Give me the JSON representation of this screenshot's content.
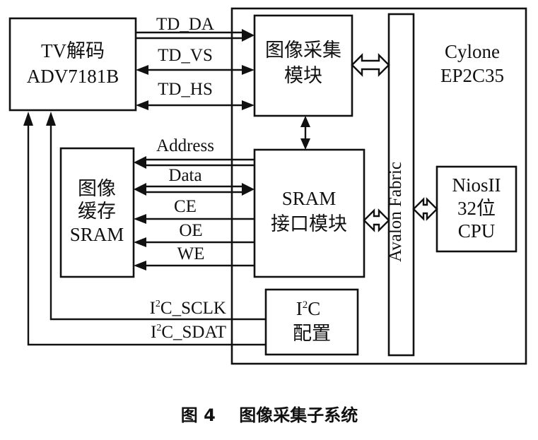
{
  "diagram": {
    "tv_decoder": {
      "line1": "TV解码",
      "line2": "ADV7181B"
    },
    "fpga": {
      "line1": "Cylone",
      "line2": "EP2C35"
    },
    "capture_module": {
      "line1": "图像采集",
      "line2": "模块"
    },
    "sram_interface": {
      "line1": "SRAM",
      "line2": "接口模块"
    },
    "image_buffer": {
      "line1": "图像",
      "line2": "缓存",
      "line3": "SRAM"
    },
    "i2c_config": {
      "line1_main": "I",
      "line1_sup": "2",
      "line1_tail": "C",
      "line2": "配置"
    },
    "nios_cpu": {
      "line1": "NiosII",
      "line2": "32位",
      "line3": "CPU"
    },
    "avalon_fabric": {
      "label": "Avalon    Fabric"
    },
    "signals": {
      "td_da": "TD_DA",
      "td_vs": "TD_VS",
      "td_hs": "TD_HS",
      "address": "Address",
      "data": "Data",
      "ce": "CE",
      "oe": "OE",
      "we": "WE",
      "i2c_sclk": {
        "prefix": "I",
        "sup": "2",
        "rest": "C_SCLK"
      },
      "i2c_sdat": {
        "prefix": "I",
        "sup": "2",
        "rest": "C_SDAT"
      }
    },
    "caption": "图 4    图像采集子系统"
  }
}
